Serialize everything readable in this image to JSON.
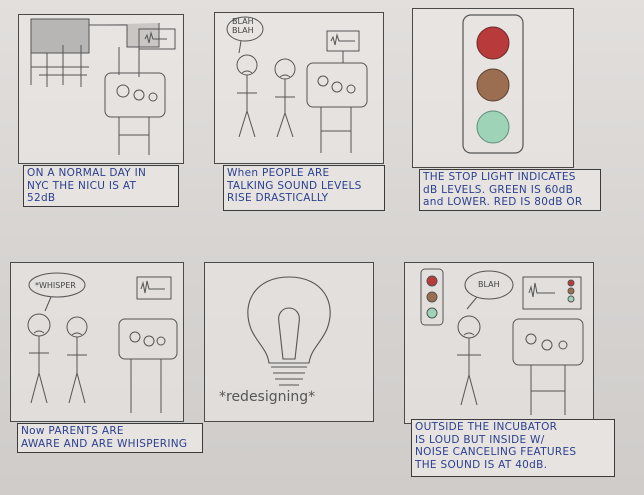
{
  "panels": [
    {
      "caption": "ON A NORMAL DAY IN\nNYC THE NICU IS AT\n52dB"
    },
    {
      "caption": "When PEOPLE ARE\nTALKING SOUND LEVELS\nRISE DRASTICALLY",
      "speech": "BLAH\nBLAH"
    },
    {
      "caption": "THE STOP LIGHT INDICATES\ndB LEVELS. GREEN IS 60dB\nand LOWER. RED IS 80dB OR MORE"
    },
    {
      "caption": "Now PARENTS ARE\nAWARE AND ARE WHISPERING",
      "speech": "*WHISPER"
    },
    {
      "caption": "",
      "text": "*redesigning*"
    },
    {
      "caption": "OUTSIDE THE INCUBATOR\nIS LOUD BUT INSIDE W/\nNOISE CANCELING FEATURES\nTHE SOUND IS AT 40dB.",
      "speech": "BLAH"
    }
  ],
  "colors": {
    "ink": "#2b3f8f",
    "pencil": "#555555",
    "red": "#b83a3a",
    "brown": "#9b6e52",
    "green": "#9fd3b8"
  }
}
